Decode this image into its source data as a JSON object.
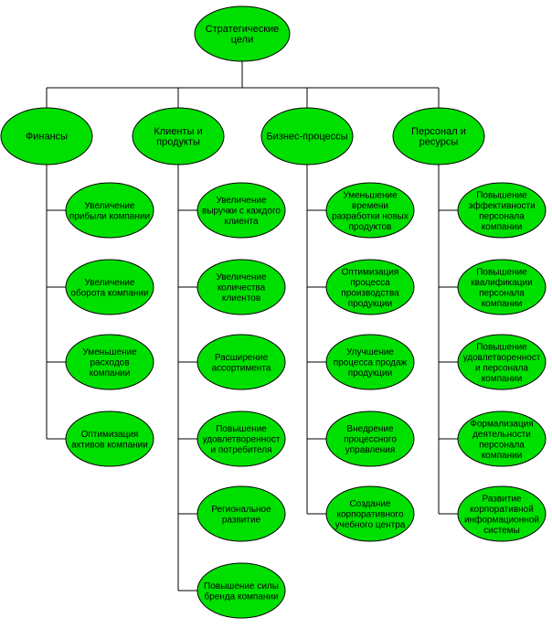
{
  "colors": {
    "node_fill": "#00e000",
    "node_stroke": "#000000",
    "line": "#000000"
  },
  "root": {
    "label": [
      "Стратегические",
      "цели"
    ]
  },
  "categories": [
    {
      "name": "finance",
      "label": [
        "Финансы"
      ],
      "items": [
        {
          "label": [
            "Увеличение",
            "прибыли компании"
          ]
        },
        {
          "label": [
            "Увеличение",
            "оборота компании"
          ]
        },
        {
          "label": [
            "Уменьшение",
            "расходов",
            "компании"
          ]
        },
        {
          "label": [
            "Оптимизация",
            "активов компании"
          ]
        }
      ]
    },
    {
      "name": "clients",
      "label": [
        "Клиенты и",
        "продукты"
      ],
      "items": [
        {
          "label": [
            "Увеличение",
            "выручки с каждого",
            "клиента"
          ]
        },
        {
          "label": [
            "Увеличение",
            "количества",
            "клиентов"
          ]
        },
        {
          "label": [
            "Расширение",
            "ассортимента"
          ]
        },
        {
          "label": [
            "Повышение",
            "удовлетворенност",
            "и потребителя"
          ]
        },
        {
          "label": [
            "Региональное",
            "развитие"
          ]
        },
        {
          "label": [
            "Повышение силы",
            "бренда компании"
          ]
        }
      ]
    },
    {
      "name": "business",
      "label": [
        "Бизнес-процессы"
      ],
      "items": [
        {
          "label": [
            "Уменьшение",
            "времени",
            "разработки новых",
            "продуктов"
          ]
        },
        {
          "label": [
            "Оптимизация",
            "процесса",
            "производства",
            "продукции"
          ]
        },
        {
          "label": [
            "Улучшение",
            "процесса продаж",
            "продукции"
          ]
        },
        {
          "label": [
            "Внедрение",
            "процессного",
            "управления"
          ]
        },
        {
          "label": [
            "Создание",
            "корпоративного",
            "учебного центра"
          ]
        }
      ]
    },
    {
      "name": "personnel",
      "label": [
        "Персонал и",
        "ресурсы"
      ],
      "items": [
        {
          "label": [
            "Повышение",
            "эффективности",
            "персонала",
            "компании"
          ]
        },
        {
          "label": [
            "Повышение",
            "квалификации",
            "персонала",
            "компании"
          ]
        },
        {
          "label": [
            "Повышение",
            "удовлетворенност",
            "и персонала",
            "компании"
          ]
        },
        {
          "label": [
            "Формализация",
            "деятельности",
            "персонала",
            "компании"
          ]
        },
        {
          "label": [
            "Развитие",
            "корпоративной",
            "информационной",
            "системы"
          ]
        }
      ]
    }
  ]
}
